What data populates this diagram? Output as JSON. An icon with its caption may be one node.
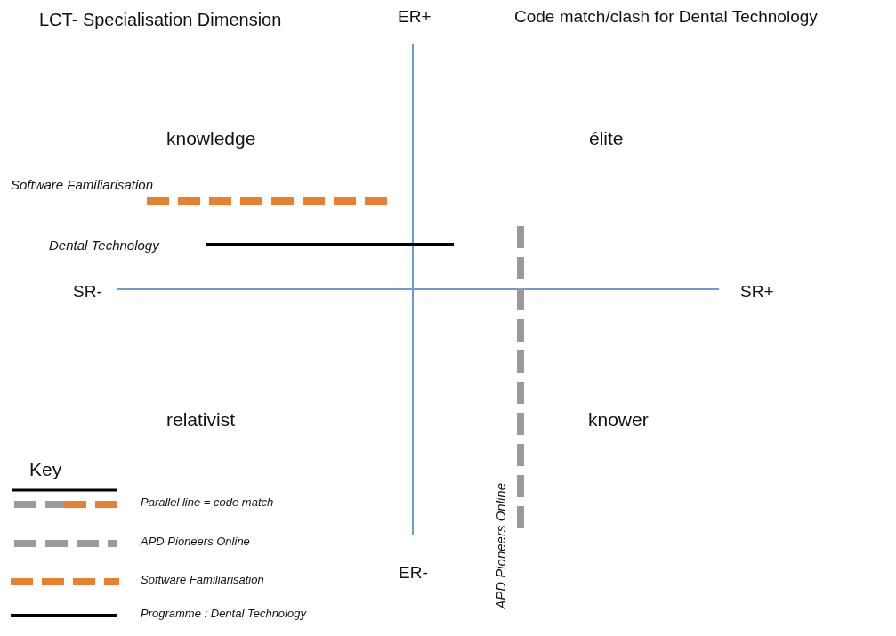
{
  "diagram": {
    "title": "LCT- Specialisation Dimension",
    "labels": [
      "ER+",
      "Code match/clash for Dental Technology",
      "knowledge",
      "élite",
      "Software Familiarisation",
      "Dental Technology",
      "SR-",
      "SR+",
      "relativist",
      "knower",
      "Key",
      "ER-",
      "APD Pioneers Online"
    ],
    "legend": [
      {
        "text": "Parallel line = code match"
      },
      {
        "text": "APD Pioneers Online"
      },
      {
        "text": "Software Familiarisation"
      },
      {
        "text": "Programme : Dental Technology"
      }
    ]
  }
}
